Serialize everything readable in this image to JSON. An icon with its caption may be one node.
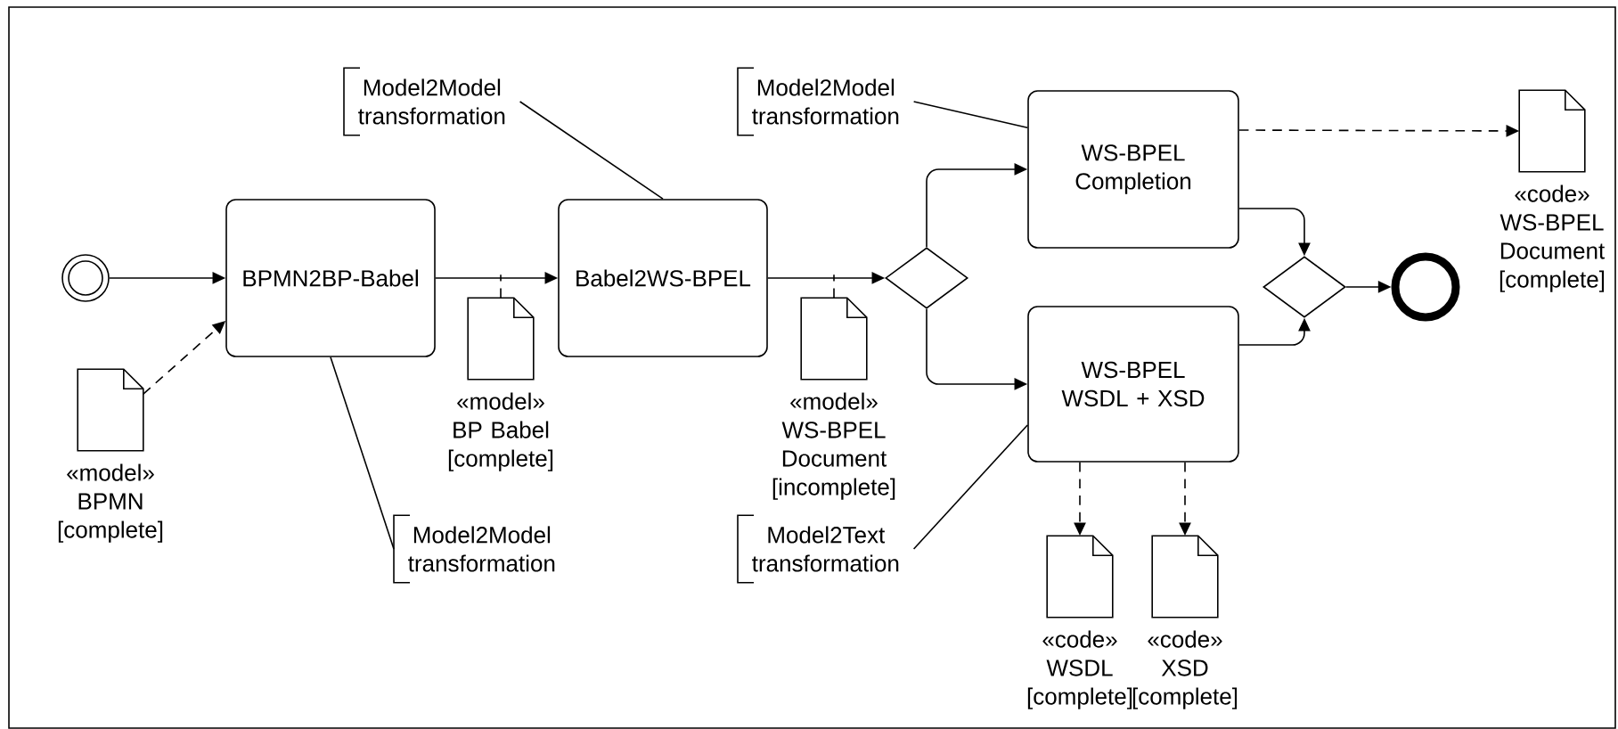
{
  "diagram": {
    "nodes": [
      {
        "text": [],
        "shape": "circle"
      },
      {
        "text": [
          "BPMN2BP-Babel"
        ]
      },
      {
        "text": [
          "Babel2WS-BPEL"
        ]
      },
      {
        "text": [],
        "shape": "diamond"
      },
      {
        "text": [
          "WS-BPEL Completion"
        ]
      },
      {
        "text": [
          "WS-BPEL WSDL + XSD"
        ]
      },
      {
        "text": [],
        "shape": "diamond"
      },
      {
        "text": [],
        "shape": "circle"
      },
      {
        "text": [],
        "shape": "document",
        "beside": [
          "«model» BPMN [complete]"
        ]
      },
      {
        "text": [],
        "shape": "document",
        "beside": [
          "«model» BP Babel [complete]"
        ]
      },
      {
        "text": [],
        "shape": "document",
        "beside": [
          "«model» WS-BPEL Document [incomplete]"
        ]
      },
      {
        "text": [],
        "shape": "document",
        "beside": [
          "«code» WS-BPEL Document [complete]"
        ]
      },
      {
        "text": [],
        "shape": "document",
        "beside": [
          "«code» WSDL [complete]"
        ]
      },
      {
        "text": [],
        "shape": "document",
        "beside": [
          "«code» XSD [complete]"
        ]
      },
      {
        "text": [
          "Model2Model transformation"
        ]
      },
      {
        "text": [
          "Model2Model transformation"
        ]
      },
      {
        "text": [
          "Model2Model transformation"
        ]
      },
      {
        "text": [
          "Model2Text transformation"
        ]
      }
    ],
    "edges": [
      {
        "from": 0,
        "to": 1,
        "arrow": "to"
      },
      {
        "from": 8,
        "to": 1,
        "arrow": "to",
        "style": "dashed"
      },
      {
        "from": 1,
        "to": 2,
        "arrow": "to"
      },
      {
        "from": 9,
        "to": null,
        "arrow": "none",
        "style": "dashed"
      },
      {
        "from": 2,
        "to": 3,
        "arrow": "to"
      },
      {
        "from": 10,
        "to": null,
        "arrow": "none",
        "style": "dashed"
      },
      {
        "from": 3,
        "to": 4,
        "arrow": "to"
      },
      {
        "from": 3,
        "to": 5,
        "arrow": "to"
      },
      {
        "from": 4,
        "to": 6,
        "arrow": "to"
      },
      {
        "from": 5,
        "to": 6,
        "arrow": "to"
      },
      {
        "from": 6,
        "to": 7,
        "arrow": "to"
      },
      {
        "from": 4,
        "to": 11,
        "arrow": "to",
        "style": "dashed"
      },
      {
        "from": 5,
        "to": 12,
        "arrow": "to",
        "style": "dashed"
      },
      {
        "from": 5,
        "to": 13,
        "arrow": "to",
        "style": "dashed"
      },
      {
        "from": 14,
        "to": 2,
        "arrow": "none"
      },
      {
        "from": 15,
        "to": 4,
        "arrow": "none"
      },
      {
        "from": 16,
        "to": 1,
        "arrow": "none"
      },
      {
        "from": 17,
        "to": 5,
        "arrow": "none"
      }
    ]
  }
}
